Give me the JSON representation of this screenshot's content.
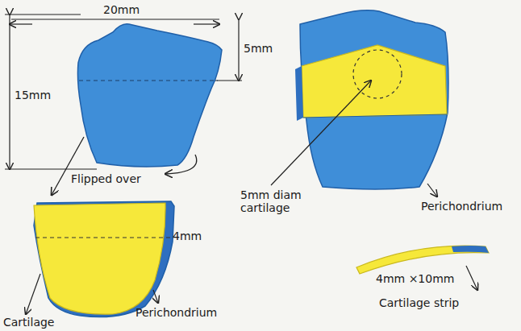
{
  "diagram": {
    "labels": [
      "20mm",
      "5mm",
      "15mm",
      "Flipped over",
      "5mm diam cartilage",
      "Perichondrium",
      "4mm",
      "Cartilage",
      "Perichondrium",
      "4mm ×10mm",
      "Cartilage strip"
    ]
  }
}
